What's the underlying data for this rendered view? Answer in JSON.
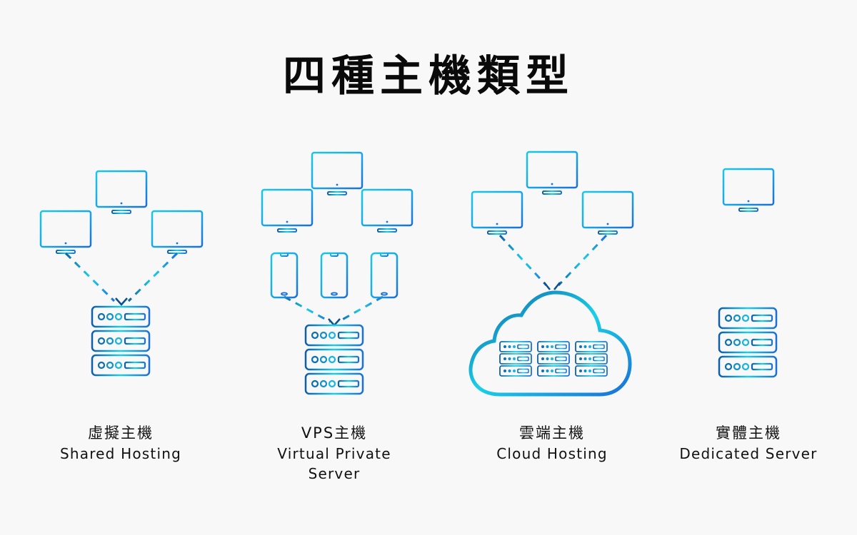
{
  "title": "四種主機類型",
  "colors": {
    "background": "#f8f8f8",
    "gradient_start": "#1a6fd8",
    "gradient_mid": "#1ad0e6",
    "gradient_dark": "#0b4f8f",
    "text": "#111111"
  },
  "types": [
    {
      "zh": "虛擬主機",
      "en": "Shared Hosting",
      "icon": "shared-hosting-diagram"
    },
    {
      "zh": "VPS主機",
      "en": "Virtual Private Server",
      "en_line1": "Virtual Private",
      "en_line2": "Server",
      "icon": "vps-diagram"
    },
    {
      "zh": "雲端主機",
      "en": "Cloud Hosting",
      "icon": "cloud-hosting-diagram"
    },
    {
      "zh": "實體主機",
      "en": "Dedicated Server",
      "icon": "dedicated-server-diagram"
    }
  ]
}
